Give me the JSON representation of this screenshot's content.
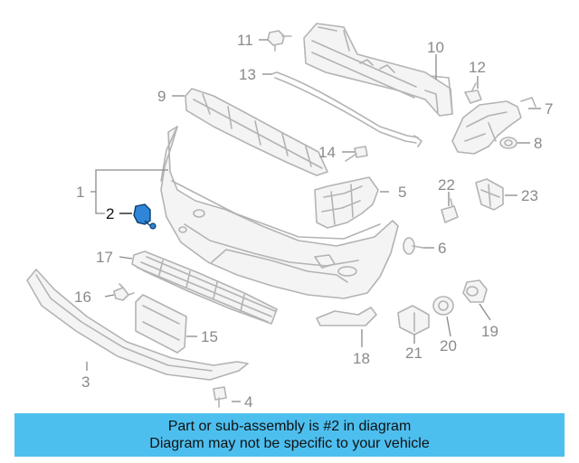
{
  "callouts": [
    {
      "id": "1",
      "label": "1",
      "highlighted": false
    },
    {
      "id": "2",
      "label": "2",
      "highlighted": true
    },
    {
      "id": "3",
      "label": "3",
      "highlighted": false
    },
    {
      "id": "4",
      "label": "4",
      "highlighted": false
    },
    {
      "id": "5",
      "label": "5",
      "highlighted": false
    },
    {
      "id": "6",
      "label": "6",
      "highlighted": false
    },
    {
      "id": "7",
      "label": "7",
      "highlighted": false
    },
    {
      "id": "8",
      "label": "8",
      "highlighted": false
    },
    {
      "id": "9",
      "label": "9",
      "highlighted": false
    },
    {
      "id": "10",
      "label": "10",
      "highlighted": false
    },
    {
      "id": "11",
      "label": "11",
      "highlighted": false
    },
    {
      "id": "12",
      "label": "12",
      "highlighted": false
    },
    {
      "id": "13",
      "label": "13",
      "highlighted": false
    },
    {
      "id": "14",
      "label": "14",
      "highlighted": false
    },
    {
      "id": "15",
      "label": "15",
      "highlighted": false
    },
    {
      "id": "16",
      "label": "16",
      "highlighted": false
    },
    {
      "id": "17",
      "label": "17",
      "highlighted": false
    },
    {
      "id": "18",
      "label": "18",
      "highlighted": false
    },
    {
      "id": "19",
      "label": "19",
      "highlighted": false
    },
    {
      "id": "20",
      "label": "20",
      "highlighted": false
    },
    {
      "id": "21",
      "label": "21",
      "highlighted": false
    },
    {
      "id": "22",
      "label": "22",
      "highlighted": false
    },
    {
      "id": "23",
      "label": "23",
      "highlighted": false
    }
  ],
  "highlight_color": "#2f86d8",
  "banner": {
    "line1": "Part or sub-assembly is #2 in diagram",
    "line2": "Diagram may not be specific to your vehicle",
    "background": "#4dbfef"
  }
}
